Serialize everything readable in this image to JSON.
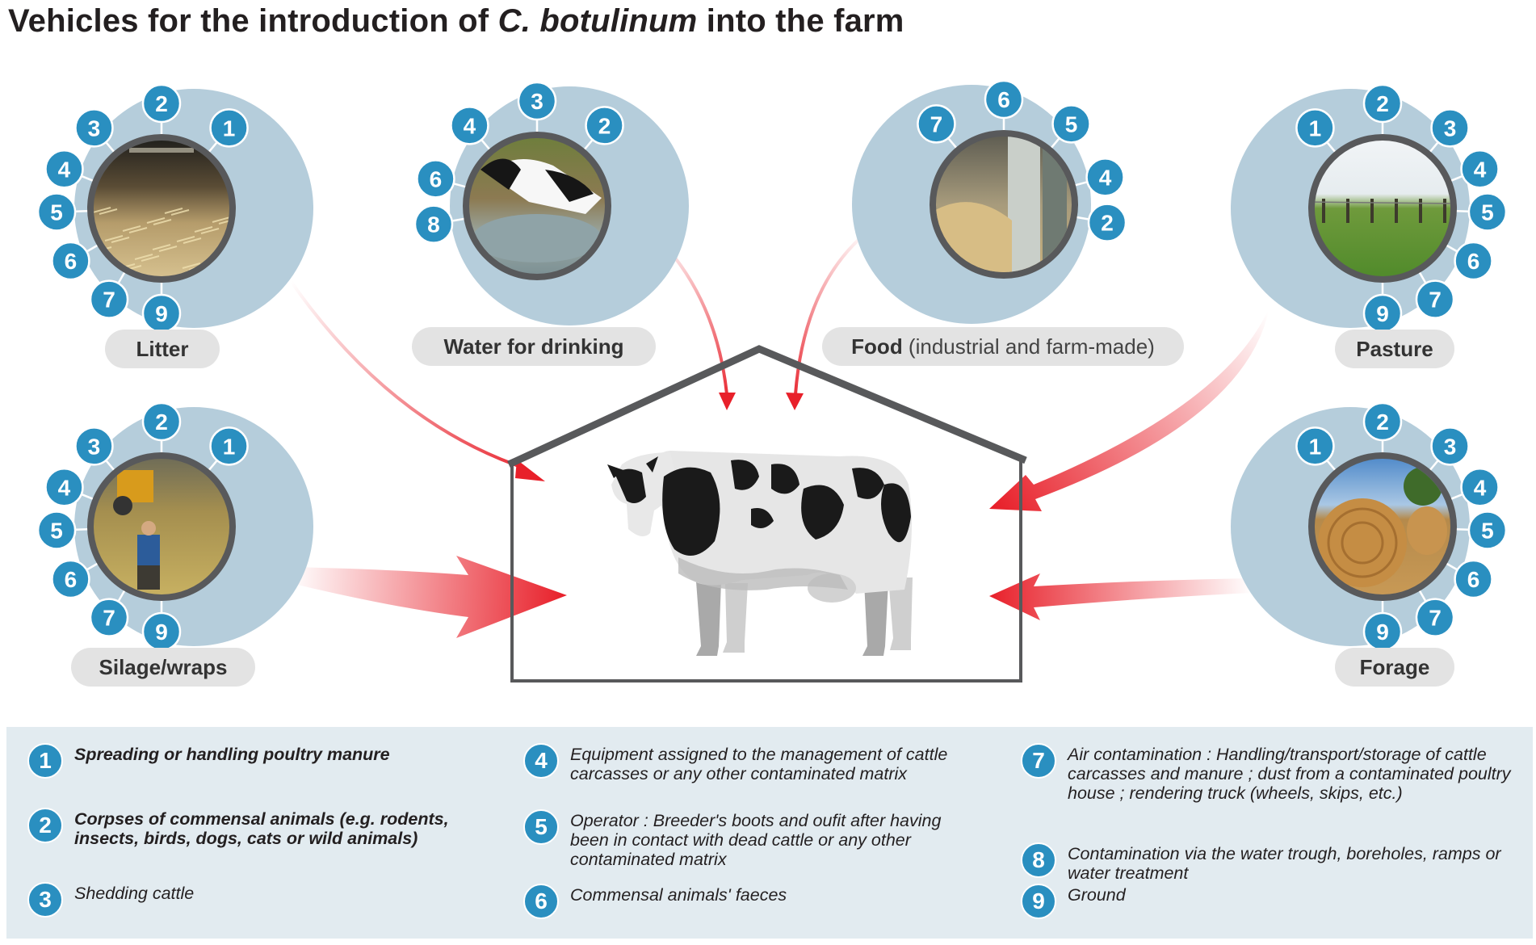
{
  "title": {
    "prefix": "Vehicles for the introduction of ",
    "organism": "C. botulinum",
    "suffix": " into the farm"
  },
  "sources": [
    {
      "id": "litter",
      "label": "Litter",
      "numbers": [
        "1",
        "2",
        "3",
        "4",
        "5",
        "6",
        "7",
        "9"
      ]
    },
    {
      "id": "water",
      "label": "Water for drinking",
      "numbers": [
        "2",
        "3",
        "4",
        "6",
        "8"
      ]
    },
    {
      "id": "food",
      "label": "Food",
      "label_extra": " (industrial and farm-made)",
      "numbers": [
        "2",
        "4",
        "5",
        "6",
        "7"
      ]
    },
    {
      "id": "pasture",
      "label": "Pasture",
      "numbers": [
        "1",
        "2",
        "3",
        "4",
        "5",
        "6",
        "7",
        "9"
      ]
    },
    {
      "id": "silage",
      "label": "Silage/wraps",
      "numbers": [
        "1",
        "2",
        "3",
        "4",
        "5",
        "6",
        "7",
        "9"
      ]
    },
    {
      "id": "forage",
      "label": "Forage",
      "numbers": [
        "1",
        "2",
        "3",
        "4",
        "5",
        "6",
        "7",
        "9"
      ]
    }
  ],
  "legend": [
    {
      "num": "1",
      "text": "Spreading or handling poultry manure"
    },
    {
      "num": "2",
      "text": "Corpses of commensal animals (e.g. rodents, insects, birds, dogs, cats or wild animals)"
    },
    {
      "num": "3",
      "text": "Shedding cattle"
    },
    {
      "num": "4",
      "text": "Equipment assigned to the management of cattle carcasses or any other contaminated matrix"
    },
    {
      "num": "5",
      "text": "Operator : Breeder's boots and oufit after having been in contact with dead cattle or any other contaminated matrix"
    },
    {
      "num": "6",
      "text": "Commensal animals' faeces"
    },
    {
      "num": "7",
      "text": "Air contamination : Handling/transport/storage of cattle carcasses and manure ; dust from a contaminated poultry house ; rendering truck (wheels, skips, etc.)"
    },
    {
      "num": "8",
      "text": "Contamination via the water trough, boreholes, ramps or water treatment"
    },
    {
      "num": "9",
      "text": "Ground"
    }
  ],
  "colors": {
    "badge": "#2a8fc0",
    "ring": "#b5cddb",
    "arrow": "#e8202a",
    "pill": "#e3e3e3",
    "legend_bg": "#e2ebf0",
    "barn": "#58595b"
  }
}
